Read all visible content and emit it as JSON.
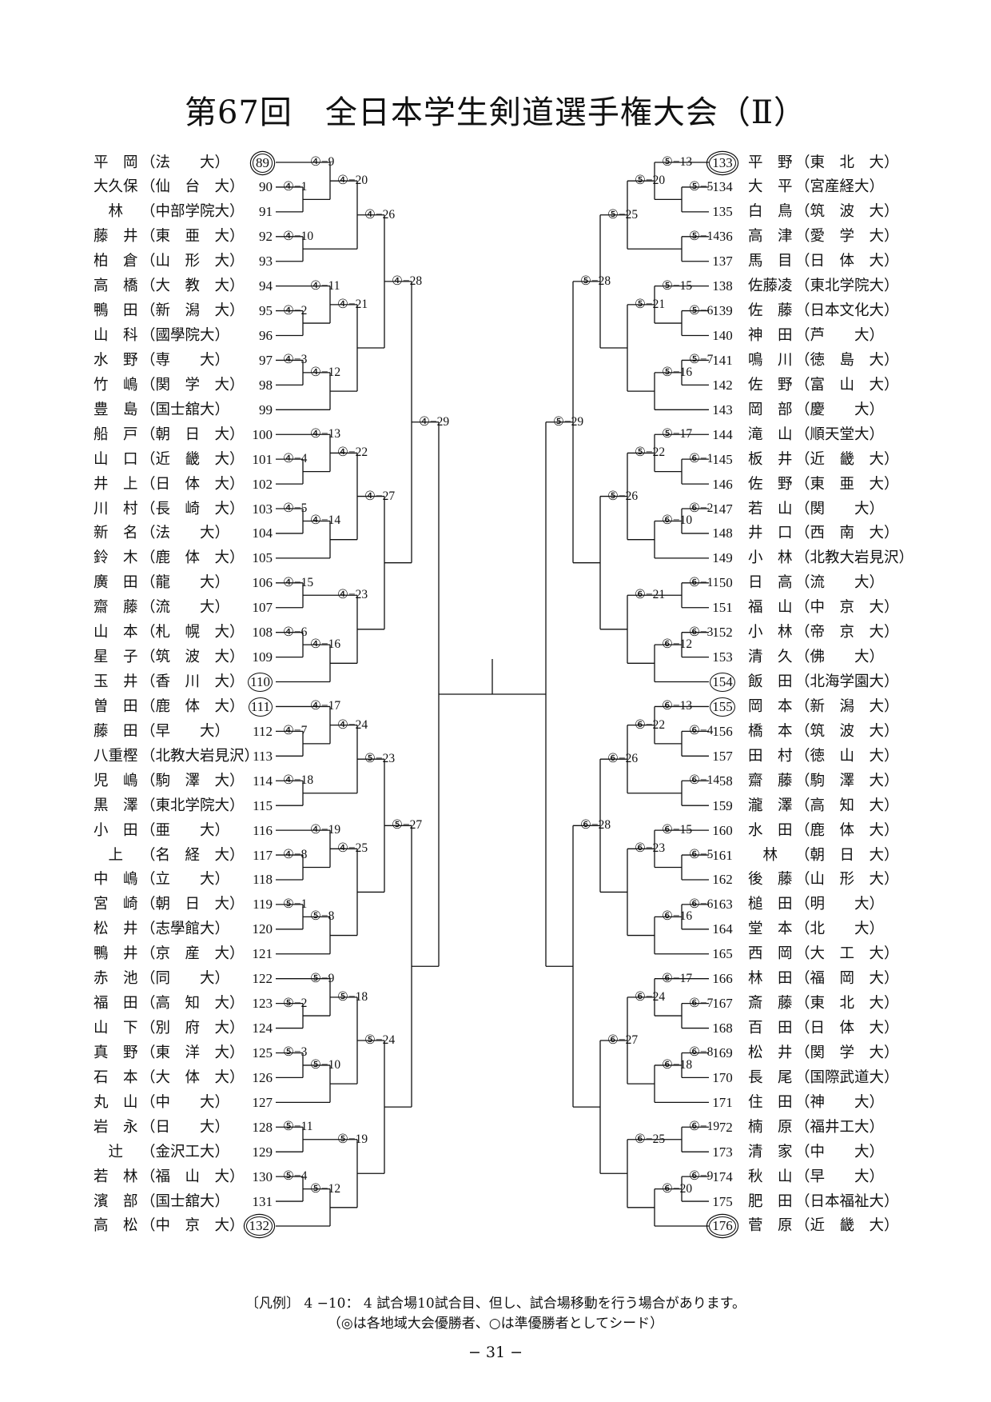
{
  "title": "第67回　全日本学生剣道選手権大会（Ⅱ）",
  "left_players": [
    {
      "name": "平　岡",
      "school": "（法　　大）",
      "number": "89",
      "seed": "double"
    },
    {
      "name": "大久保",
      "school": "（仙　台　大）",
      "number": "90",
      "seed": ""
    },
    {
      "name": "　林",
      "school": "（中部学院大）",
      "number": "91",
      "seed": ""
    },
    {
      "name": "藤　井",
      "school": "（東　亜　大）",
      "number": "92",
      "seed": ""
    },
    {
      "name": "柏　倉",
      "school": "（山　形　大）",
      "number": "93",
      "seed": ""
    },
    {
      "name": "高　橋",
      "school": "（大　教　大）",
      "number": "94",
      "seed": ""
    },
    {
      "name": "鴨　田",
      "school": "（新　潟　大）",
      "number": "95",
      "seed": ""
    },
    {
      "name": "山　科",
      "school": "（國學院大）",
      "number": "96",
      "seed": ""
    },
    {
      "name": "水　野",
      "school": "（専　　大）",
      "number": "97",
      "seed": ""
    },
    {
      "name": "竹　嶋",
      "school": "（関　学　大）",
      "number": "98",
      "seed": ""
    },
    {
      "name": "豊　島",
      "school": "（国士舘大）",
      "number": "99",
      "seed": ""
    },
    {
      "name": "船　戸",
      "school": "（朝　日　大）",
      "number": "100",
      "seed": ""
    },
    {
      "name": "山　口",
      "school": "（近　畿　大）",
      "number": "101",
      "seed": ""
    },
    {
      "name": "井　上",
      "school": "（日　体　大）",
      "number": "102",
      "seed": ""
    },
    {
      "name": "川　村",
      "school": "（長　崎　大）",
      "number": "103",
      "seed": ""
    },
    {
      "name": "新　名",
      "school": "（法　　大）",
      "number": "104",
      "seed": ""
    },
    {
      "name": "鈴　木",
      "school": "（鹿　体　大）",
      "number": "105",
      "seed": ""
    },
    {
      "name": "廣　田",
      "school": "（龍　　大）",
      "number": "106",
      "seed": ""
    },
    {
      "name": "齋　藤",
      "school": "（流　　大）",
      "number": "107",
      "seed": ""
    },
    {
      "name": "山　本",
      "school": "（札　幌　大）",
      "number": "108",
      "seed": ""
    },
    {
      "name": "星　子",
      "school": "（筑　波　大）",
      "number": "109",
      "seed": ""
    },
    {
      "name": "玉　井",
      "school": "（香　川　大）",
      "number": "110",
      "seed": "single"
    },
    {
      "name": "曽　田",
      "school": "（鹿　体　大）",
      "number": "111",
      "seed": "single"
    },
    {
      "name": "藤　田",
      "school": "（早　　大）",
      "number": "112",
      "seed": ""
    },
    {
      "name": "八重樫",
      "school": "（北教大岩見沢）",
      "number": "113",
      "seed": ""
    },
    {
      "name": "児　嶋",
      "school": "（駒　澤　大）",
      "number": "114",
      "seed": ""
    },
    {
      "name": "黒　澤",
      "school": "（東北学院大）",
      "number": "115",
      "seed": ""
    },
    {
      "name": "小　田",
      "school": "（亜　　大）",
      "number": "116",
      "seed": ""
    },
    {
      "name": "　上",
      "school": "（名　経　大）",
      "number": "117",
      "seed": ""
    },
    {
      "name": "中　嶋",
      "school": "（立　　大）",
      "number": "118",
      "seed": ""
    },
    {
      "name": "宮　崎",
      "school": "（朝　日　大）",
      "number": "119",
      "seed": ""
    },
    {
      "name": "松　井",
      "school": "（志學館大）",
      "number": "120",
      "seed": ""
    },
    {
      "name": "鴨　井",
      "school": "（京　産　大）",
      "number": "121",
      "seed": ""
    },
    {
      "name": "赤　池",
      "school": "（同　　大）",
      "number": "122",
      "seed": ""
    },
    {
      "name": "福　田",
      "school": "（高　知　大）",
      "number": "123",
      "seed": ""
    },
    {
      "name": "山　下",
      "school": "（別　府　大）",
      "number": "124",
      "seed": ""
    },
    {
      "name": "真　野",
      "school": "（東　洋　大）",
      "number": "125",
      "seed": ""
    },
    {
      "name": "石　本",
      "school": "（大　体　大）",
      "number": "126",
      "seed": ""
    },
    {
      "name": "丸　山",
      "school": "（中　　大）",
      "number": "127",
      "seed": ""
    },
    {
      "name": "岩　永",
      "school": "（日　　大）",
      "number": "128",
      "seed": ""
    },
    {
      "name": "　辻",
      "school": "（金沢工大）",
      "number": "129",
      "seed": ""
    },
    {
      "name": "若　林",
      "school": "（福　山　大）",
      "number": "130",
      "seed": ""
    },
    {
      "name": "濱　部",
      "school": "（国士舘大）",
      "number": "131",
      "seed": ""
    },
    {
      "name": "高　松",
      "school": "（中　京　大）",
      "number": "132",
      "seed": "double"
    }
  ],
  "right_players": [
    {
      "number": "133",
      "name": "平　野",
      "school": "（東　北　大）",
      "seed": "double"
    },
    {
      "number": "134",
      "name": "大　平",
      "school": "（宮産経大）",
      "seed": ""
    },
    {
      "number": "135",
      "name": "白　鳥",
      "school": "（筑　波　大）",
      "seed": ""
    },
    {
      "number": "136",
      "name": "高　津",
      "school": "（愛　学　大）",
      "seed": ""
    },
    {
      "number": "137",
      "name": "馬　目",
      "school": "（日　体　大）",
      "seed": ""
    },
    {
      "number": "138",
      "name": "佐藤凌",
      "school": "（東北学院大）",
      "seed": ""
    },
    {
      "number": "139",
      "name": "佐　藤",
      "school": "（日本文化大）",
      "seed": ""
    },
    {
      "number": "140",
      "name": "神　田",
      "school": "（芦　　大）",
      "seed": ""
    },
    {
      "number": "141",
      "name": "鳴　川",
      "school": "（徳　島　大）",
      "seed": ""
    },
    {
      "number": "142",
      "name": "佐　野",
      "school": "（富　山　大）",
      "seed": ""
    },
    {
      "number": "143",
      "name": "岡　部",
      "school": "（慶　　大）",
      "seed": ""
    },
    {
      "number": "144",
      "name": "滝　山",
      "school": "（順天堂大）",
      "seed": ""
    },
    {
      "number": "145",
      "name": "板　井",
      "school": "（近　畿　大）",
      "seed": ""
    },
    {
      "number": "146",
      "name": "佐　野",
      "school": "（東　亜　大）",
      "seed": ""
    },
    {
      "number": "147",
      "name": "若　山",
      "school": "（関　　大）",
      "seed": ""
    },
    {
      "number": "148",
      "name": "井　口",
      "school": "（西　南　大）",
      "seed": ""
    },
    {
      "number": "149",
      "name": "小　林",
      "school": "（北教大岩見沢）",
      "seed": ""
    },
    {
      "number": "150",
      "name": "日　高",
      "school": "（流　　大）",
      "seed": ""
    },
    {
      "number": "151",
      "name": "福　山",
      "school": "（中　京　大）",
      "seed": ""
    },
    {
      "number": "152",
      "name": "小　林",
      "school": "（帝　京　大）",
      "seed": ""
    },
    {
      "number": "153",
      "name": "清　久",
      "school": "（佛　　大）",
      "seed": ""
    },
    {
      "number": "154",
      "name": "飯　田",
      "school": "（北海学園大）",
      "seed": "single"
    },
    {
      "number": "155",
      "name": "岡　本",
      "school": "（新　潟　大）",
      "seed": "single"
    },
    {
      "number": "156",
      "name": "橋　本",
      "school": "（筑　波　大）",
      "seed": ""
    },
    {
      "number": "157",
      "name": "田　村",
      "school": "（徳　山　大）",
      "seed": ""
    },
    {
      "number": "158",
      "name": "齋　藤",
      "school": "（駒　澤　大）",
      "seed": ""
    },
    {
      "number": "159",
      "name": "瀧　澤",
      "school": "（高　知　大）",
      "seed": ""
    },
    {
      "number": "160",
      "name": "水　田",
      "school": "（鹿　体　大）",
      "seed": ""
    },
    {
      "number": "161",
      "name": "　林",
      "school": "（朝　日　大）",
      "seed": ""
    },
    {
      "number": "162",
      "name": "後　藤",
      "school": "（山　形　大）",
      "seed": ""
    },
    {
      "number": "163",
      "name": "槌　田",
      "school": "（明　　大）",
      "seed": ""
    },
    {
      "number": "164",
      "name": "堂　本",
      "school": "（北　　大）",
      "seed": ""
    },
    {
      "number": "165",
      "name": "西　岡",
      "school": "（大　工　大）",
      "seed": ""
    },
    {
      "number": "166",
      "name": "林　田",
      "school": "（福　岡　大）",
      "seed": ""
    },
    {
      "number": "167",
      "name": "斎　藤",
      "school": "（東　北　大）",
      "seed": ""
    },
    {
      "number": "168",
      "name": "百　田",
      "school": "（日　体　大）",
      "seed": ""
    },
    {
      "number": "169",
      "name": "松　井",
      "school": "（関　学　大）",
      "seed": ""
    },
    {
      "number": "170",
      "name": "長　尾",
      "school": "（国際武道大）",
      "seed": ""
    },
    {
      "number": "171",
      "name": "住　田",
      "school": "（神　　大）",
      "seed": ""
    },
    {
      "number": "172",
      "name": "楠　原",
      "school": "（福井工大）",
      "seed": ""
    },
    {
      "number": "173",
      "name": "清　家",
      "school": "（中　　大）",
      "seed": ""
    },
    {
      "number": "174",
      "name": "秋　山",
      "school": "（早　　大）",
      "seed": ""
    },
    {
      "number": "175",
      "name": "肥　田",
      "school": "（日本福祉大）",
      "seed": ""
    },
    {
      "number": "176",
      "name": "菅　原",
      "school": "（近　畿　大）",
      "seed": "double"
    }
  ],
  "left_bracket": [
    {
      "label": "④−1",
      "a": 1,
      "b": 2
    },
    {
      "label": "④−9",
      "a": 0,
      "b": "④−1"
    },
    {
      "label": "④−10",
      "a": 3,
      "b": 4
    },
    {
      "label": "④−20",
      "a": "④−9",
      "b": "④−10"
    },
    {
      "label": "④−2",
      "a": 6,
      "b": 7
    },
    {
      "label": "④−11",
      "a": 5,
      "b": "④−2"
    },
    {
      "label": "④−3",
      "a": 8,
      "b": 9
    },
    {
      "label": "④−12",
      "a": "④−3",
      "b": 10
    },
    {
      "label": "④−21",
      "a": "④−11",
      "b": "④−12"
    },
    {
      "label": "④−26",
      "a": "④−20",
      "b": "④−21"
    },
    {
      "label": "④−4",
      "a": 12,
      "b": 13
    },
    {
      "label": "④−13",
      "a": 11,
      "b": "④−4"
    },
    {
      "label": "④−5",
      "a": 14,
      "b": 15
    },
    {
      "label": "④−14",
      "a": "④−5",
      "b": 16
    },
    {
      "label": "④−22",
      "a": "④−13",
      "b": "④−14"
    },
    {
      "label": "④−15",
      "a": 17,
      "b": 18
    },
    {
      "label": "④−6",
      "a": 19,
      "b": 20
    },
    {
      "label": "④−16",
      "a": "④−6",
      "b": 21
    },
    {
      "label": "④−23",
      "a": "④−15",
      "b": "④−16"
    },
    {
      "label": "④−27",
      "a": "④−22",
      "b": "④−23"
    },
    {
      "label": "④−28",
      "a": "④−26",
      "b": "④−27"
    },
    {
      "label": "④−7",
      "a": 23,
      "b": 24
    },
    {
      "label": "④−17",
      "a": 22,
      "b": "④−7"
    },
    {
      "label": "④−18",
      "a": 25,
      "b": 26
    },
    {
      "label": "④−24",
      "a": "④−17",
      "b": "④−18"
    },
    {
      "label": "④−8",
      "a": 28,
      "b": 29
    },
    {
      "label": "④−19",
      "a": 27,
      "b": "④−8"
    },
    {
      "label": "⑤−1",
      "a": 30,
      "b": 31
    },
    {
      "label": "⑤−8",
      "a": "⑤−1",
      "b": 32
    },
    {
      "label": "④−25",
      "a": "④−19",
      "b": "⑤−8"
    },
    {
      "label": "⑤−23",
      "a": "④−24",
      "b": "④−25"
    },
    {
      "label": "⑤−2",
      "a": 34,
      "b": 35
    },
    {
      "label": "⑤−9",
      "a": 33,
      "b": "⑤−2"
    },
    {
      "label": "⑤−3",
      "a": 36,
      "b": 37
    },
    {
      "label": "⑤−10",
      "a": "⑤−3",
      "b": 38
    },
    {
      "label": "⑤−18",
      "a": "⑤−9",
      "b": "⑤−10"
    },
    {
      "label": "⑤−11",
      "a": 39,
      "b": 40
    },
    {
      "label": "⑤−4",
      "a": 41,
      "b": 42
    },
    {
      "label": "⑤−12",
      "a": "⑤−4",
      "b": 43
    },
    {
      "label": "⑤−19",
      "a": "⑤−11",
      "b": "⑤−12"
    },
    {
      "label": "⑤−24",
      "a": "⑤−18",
      "b": "⑤−19"
    },
    {
      "label": "⑤−27",
      "a": "⑤−23",
      "b": "⑤−24"
    },
    {
      "label": "④−29",
      "a": "④−28",
      "b": "⑤−27"
    }
  ],
  "right_bracket": [
    {
      "label": "⑤−5",
      "a": 1,
      "b": 2
    },
    {
      "label": "⑤−13",
      "a": 0,
      "b": "⑤−5"
    },
    {
      "label": "⑤−14",
      "a": 3,
      "b": 4
    },
    {
      "label": "⑤−20",
      "a": "⑤−13",
      "b": "⑤−14"
    },
    {
      "label": "⑤−6",
      "a": 6,
      "b": 7
    },
    {
      "label": "⑤−15",
      "a": 5,
      "b": "⑤−6"
    },
    {
      "label": "⑤−7",
      "a": 8,
      "b": 9
    },
    {
      "label": "⑤−16",
      "a": "⑤−7",
      "b": 10
    },
    {
      "label": "⑤−21",
      "a": "⑤−15",
      "b": "⑤−16"
    },
    {
      "label": "⑤−25",
      "a": "⑤−20",
      "b": "⑤−21"
    },
    {
      "label": "⑥−1",
      "a": 12,
      "b": 13
    },
    {
      "label": "⑤−17",
      "a": 11,
      "b": "⑥−1"
    },
    {
      "label": "⑥−2",
      "a": 14,
      "b": 15
    },
    {
      "label": "⑥−10",
      "a": "⑥−2",
      "b": 16
    },
    {
      "label": "⑤−22",
      "a": "⑤−17",
      "b": "⑥−10"
    },
    {
      "label": "⑥−11",
      "a": 17,
      "b": 18
    },
    {
      "label": "⑥−3",
      "a": 19,
      "b": 20
    },
    {
      "label": "⑥−12",
      "a": "⑥−3",
      "b": 21
    },
    {
      "label": "⑥−21",
      "a": "⑥−11",
      "b": "⑥−12"
    },
    {
      "label": "⑤−26",
      "a": "⑤−22",
      "b": "⑥−21"
    },
    {
      "label": "⑤−28",
      "a": "⑤−25",
      "b": "⑤−26"
    },
    {
      "label": "⑥−4",
      "a": 23,
      "b": 24
    },
    {
      "label": "⑥−13",
      "a": 22,
      "b": "⑥−4"
    },
    {
      "label": "⑥−14",
      "a": 25,
      "b": 26
    },
    {
      "label": "⑥−22",
      "a": "⑥−13",
      "b": "⑥−14"
    },
    {
      "label": "⑥−5",
      "a": 28,
      "b": 29
    },
    {
      "label": "⑥−15",
      "a": 27,
      "b": "⑥−5"
    },
    {
      "label": "⑥−6",
      "a": 30,
      "b": 31
    },
    {
      "label": "⑥−16",
      "a": "⑥−6",
      "b": 32
    },
    {
      "label": "⑥−23",
      "a": "⑥−15",
      "b": "⑥−16"
    },
    {
      "label": "⑥−26",
      "a": "⑥−22",
      "b": "⑥−23"
    },
    {
      "label": "⑥−7",
      "a": 34,
      "b": 35
    },
    {
      "label": "⑥−17",
      "a": 33,
      "b": "⑥−7"
    },
    {
      "label": "⑥−8",
      "a": 36,
      "b": 37
    },
    {
      "label": "⑥−18",
      "a": "⑥−8",
      "b": 38
    },
    {
      "label": "⑥−24",
      "a": "⑥−17",
      "b": "⑥−18"
    },
    {
      "label": "⑥−19",
      "a": 39,
      "b": 40
    },
    {
      "label": "⑥−9",
      "a": 41,
      "b": 42
    },
    {
      "label": "⑥−20",
      "a": "⑥−9",
      "b": 43
    },
    {
      "label": "⑥−25",
      "a": "⑥−19",
      "b": "⑥−20"
    },
    {
      "label": "⑥−27",
      "a": "⑥−24",
      "b": "⑥−25"
    },
    {
      "label": "⑥−28",
      "a": "⑥−26",
      "b": "⑥−27"
    },
    {
      "label": "⑤−29",
      "a": "⑤−28",
      "b": "⑥−28"
    }
  ],
  "legend_line1": "〔凡例〕 4 −10： 4 試合場10試合目、但し、試合場移動を行う場合があります。",
  "legend_line2": "（◎は各地域大会優勝者、○は準優勝者としてシード）",
  "page_number": "− 31 −"
}
